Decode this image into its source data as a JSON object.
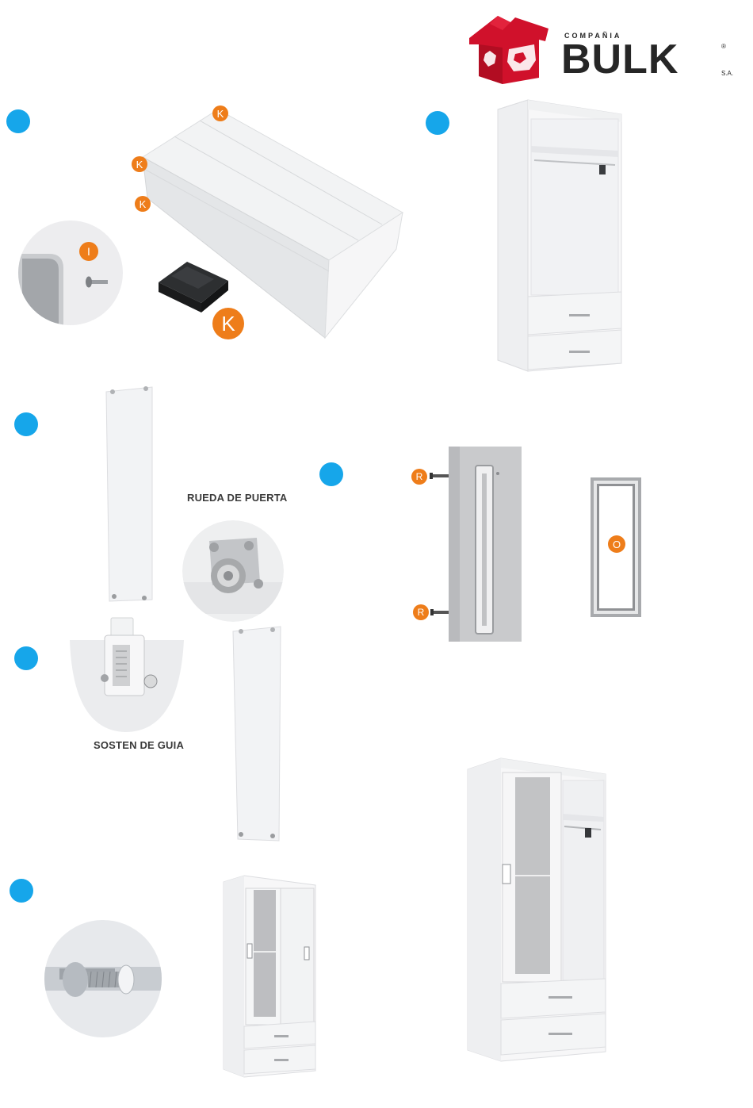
{
  "brand": {
    "company_prefix": "COMPAÑIA",
    "name": "BULK",
    "registered": "®",
    "suffix": "S.A.",
    "colors": {
      "red": "#d0112b",
      "dark": "#262626"
    }
  },
  "colors": {
    "step_dot": "#16a6ea",
    "part_tag": "#ee7d1a"
  },
  "part_tags": {
    "k": "K",
    "i": "I",
    "r": "R",
    "o": "O"
  },
  "captions": {
    "door_wheel": "RUEDA DE PUERTA",
    "guide_holder": "SOSTEN DE GUIA"
  }
}
